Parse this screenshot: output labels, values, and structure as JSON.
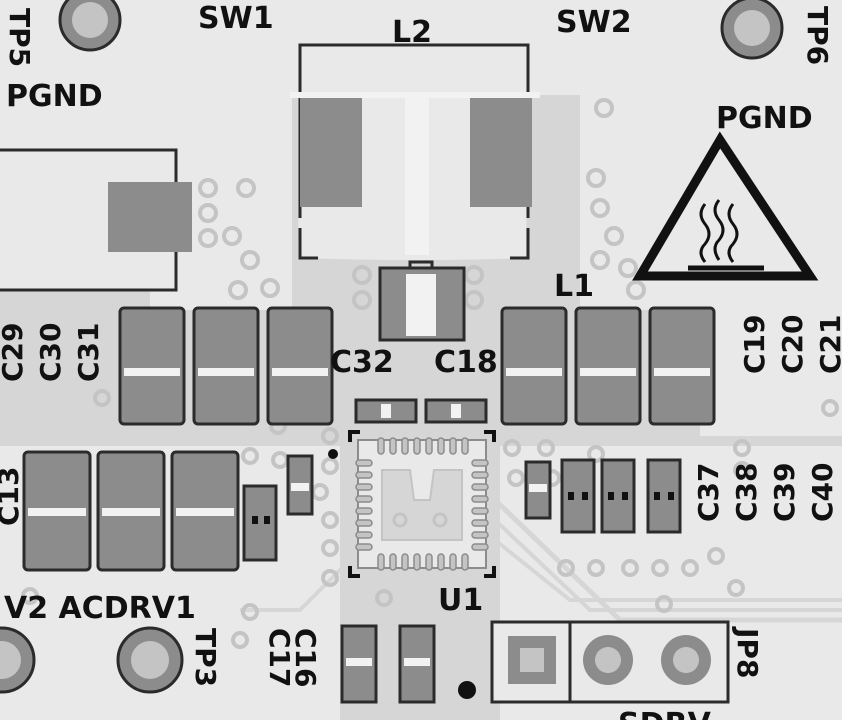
{
  "colors": {
    "board": "#d6d6d6",
    "copper_light": "#e9e9e9",
    "pad": "#8c8c8c",
    "pad_light": "#f2f2f2",
    "outline": "#2b2b2b",
    "via_ring": "#c4c4c4",
    "silk": "#111111"
  },
  "labels": {
    "tp5": "TP5",
    "pgnd_left": "PGND",
    "sw1": "SW1",
    "l2": "L2",
    "sw2": "SW2",
    "tp6": "TP6",
    "pgnd_right": "PGND",
    "l1": "L1",
    "c29": "C29",
    "c30": "C30",
    "c31": "C31",
    "c32": "C32",
    "c18": "C18",
    "c19": "C19",
    "c20": "C20",
    "c21": "C21",
    "c13": "C13",
    "c37": "C37",
    "c38": "C38",
    "c39": "C39",
    "c40": "C40",
    "u1": "U1",
    "v2_acdrv1": "V2 ACDRV1",
    "tp3": "TP3",
    "c16": "C16",
    "c17": "C17",
    "jp8": "JP8",
    "bottom_partial": "SDRV"
  },
  "icons": {
    "hot_surface": "hot-surface-warning-icon"
  }
}
